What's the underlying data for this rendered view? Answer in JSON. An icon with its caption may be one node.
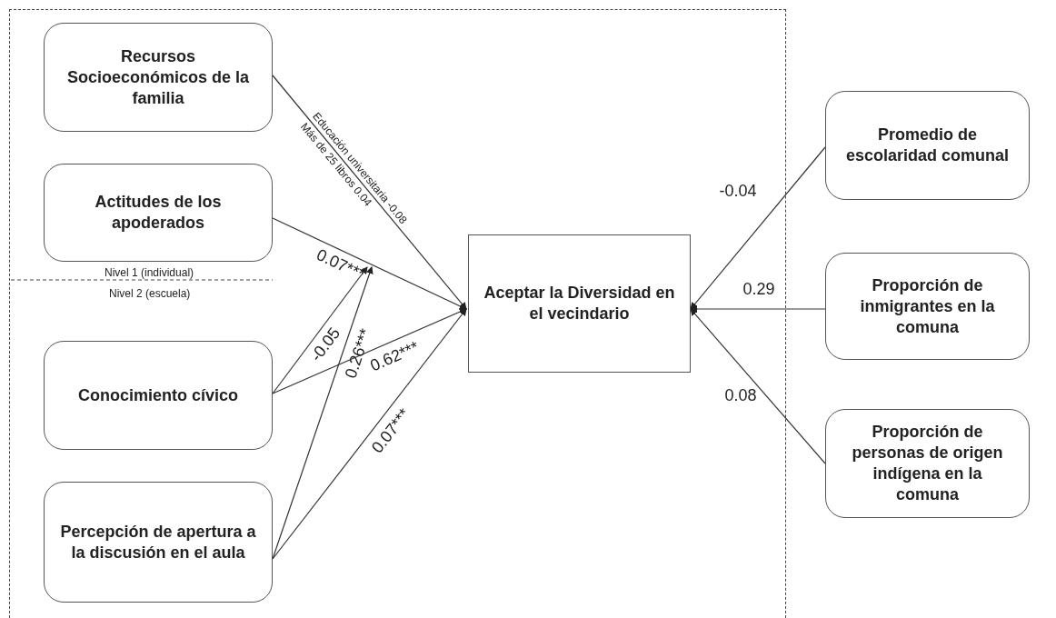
{
  "diagram": {
    "nodes": [
      {
        "text": [
          "Recursos Socioeconómicos de la familia"
        ]
      },
      {
        "text": [
          "Actitudes de los apoderados"
        ]
      },
      {
        "text": [
          "Conocimiento cívico"
        ]
      },
      {
        "text": [
          "Percepción de apertura a la discusión en el aula"
        ]
      },
      {
        "text": [
          "Aceptar la Diversidad en el vecindario"
        ]
      },
      {
        "text": [
          "Promedio de escolaridad comunal"
        ]
      },
      {
        "text": [
          "Proporción de inmigrantes en la comuna"
        ]
      },
      {
        "text": [
          "Proporción de personas de origen indígena en la comuna"
        ]
      }
    ],
    "edges": [
      {
        "from": 0,
        "to": 4,
        "arrow": "to",
        "label": "Educación universitaria -0.08"
      },
      {
        "from": 1,
        "to": 4,
        "arrow": "to",
        "label": "0.07***"
      },
      {
        "from": 2,
        "to": null,
        "arrow": "to",
        "label": "-0.05"
      },
      {
        "from": 2,
        "to": 4,
        "arrow": "to",
        "label": "0.62***"
      },
      {
        "from": 3,
        "to": null,
        "arrow": "to",
        "label": "0.26***"
      },
      {
        "from": 3,
        "to": 4,
        "arrow": "to",
        "label": "0.07***"
      },
      {
        "from": 5,
        "to": 4,
        "arrow": "to",
        "label": "-0.04"
      },
      {
        "from": 6,
        "to": 4,
        "arrow": "to",
        "label": "0.29"
      },
      {
        "from": 7,
        "to": 4,
        "arrow": "to",
        "label": "0.08"
      }
    ],
    "labels": [
      "Nivel 1 (individual)",
      "Nivel 2 (escuela)",
      "Más de 25 libros 0.04"
    ]
  }
}
